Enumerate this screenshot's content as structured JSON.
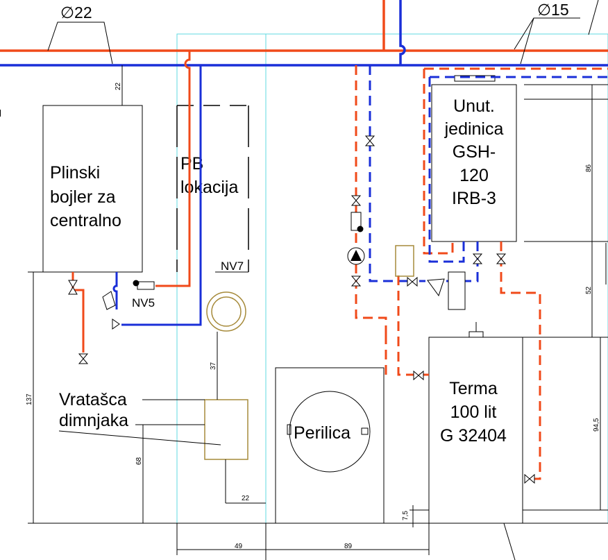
{
  "pipe_labels": {
    "d22": "∅22",
    "d15": "∅15"
  },
  "boiler": {
    "lines": [
      "Plinski",
      "bojler za",
      "centralno"
    ]
  },
  "pb_location": {
    "lines": [
      "PB",
      "lokacija"
    ],
    "tag": "NV7"
  },
  "valve_tag": "NV5",
  "indoor_unit": {
    "lines": [
      "Unut.",
      "jedinica",
      "GSH-",
      "120",
      "IRB-3"
    ]
  },
  "tank": {
    "lines": [
      "Terma",
      "100 lit",
      "G 32404"
    ]
  },
  "washer": {
    "label": "Perilica"
  },
  "chimney_door": {
    "lines": [
      "Vratašca",
      "dimnjaka"
    ]
  },
  "dimensions": {
    "d22_top": "22",
    "d137": "137",
    "d68": "68",
    "d37": "37",
    "d22_bottom": "22",
    "d49": "49",
    "d89": "89",
    "d86": "86",
    "d52": "52",
    "d94_5": "94,5",
    "d7_5": "7,5"
  },
  "colors": {
    "hot_pipe": "#f04a1a",
    "cold_pipe": "#1a2fd8",
    "outline": "#000000",
    "guide": "#5fd9e0",
    "olive": "#a68a3a"
  }
}
